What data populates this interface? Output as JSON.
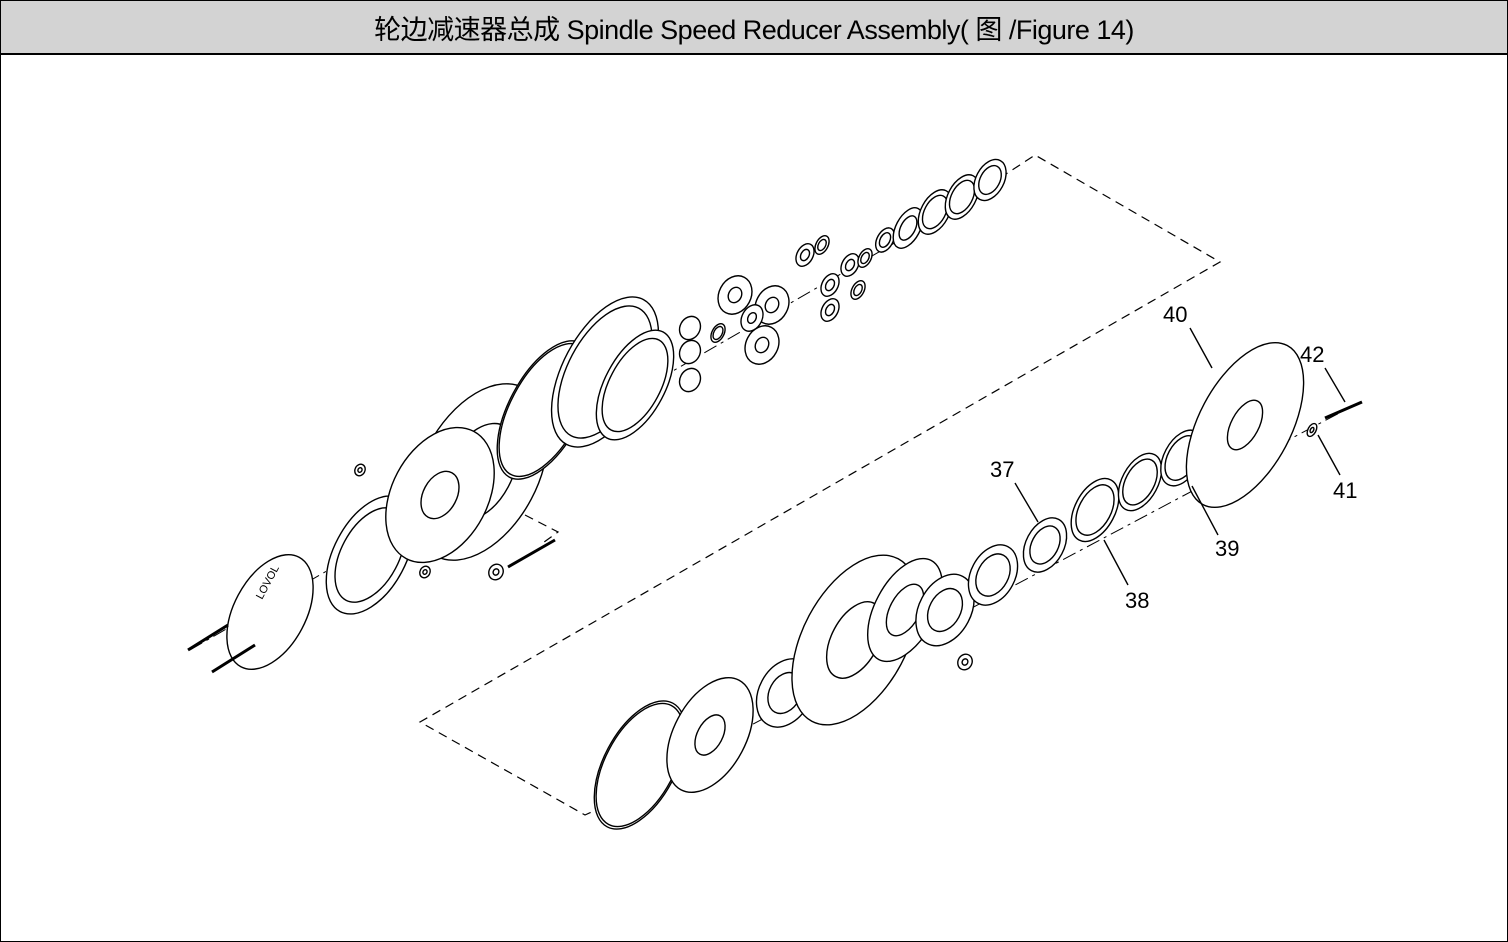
{
  "header": {
    "title": "轮边减速器总成 Spindle Speed Reducer Assembly(  图  /Figure 14)"
  },
  "diagram": {
    "cover_marking": "LOVOL",
    "callouts": [
      "37",
      "38",
      "39",
      "40",
      "41",
      "42"
    ]
  },
  "colors": {
    "title_bg": "#d3d3d3",
    "line": "#000000"
  }
}
